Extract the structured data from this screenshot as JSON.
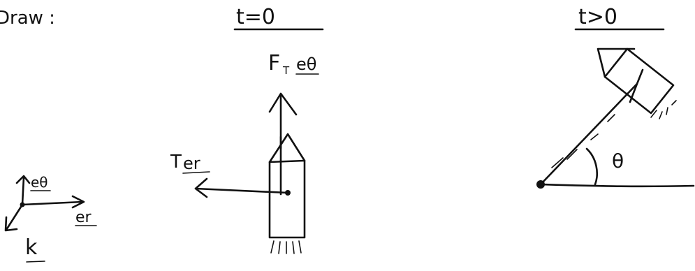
{
  "heading": "Draw :",
  "panels": {
    "basis": {
      "e_theta": "eθ",
      "e_r": "er",
      "k": "k"
    },
    "t0": {
      "title": "t=0",
      "force_label": "F",
      "force_subscript": "T",
      "force_direction": "eθ",
      "tension": "T",
      "tension_direction": "er"
    },
    "tgt0": {
      "title": "t>0",
      "angle": "θ"
    }
  }
}
